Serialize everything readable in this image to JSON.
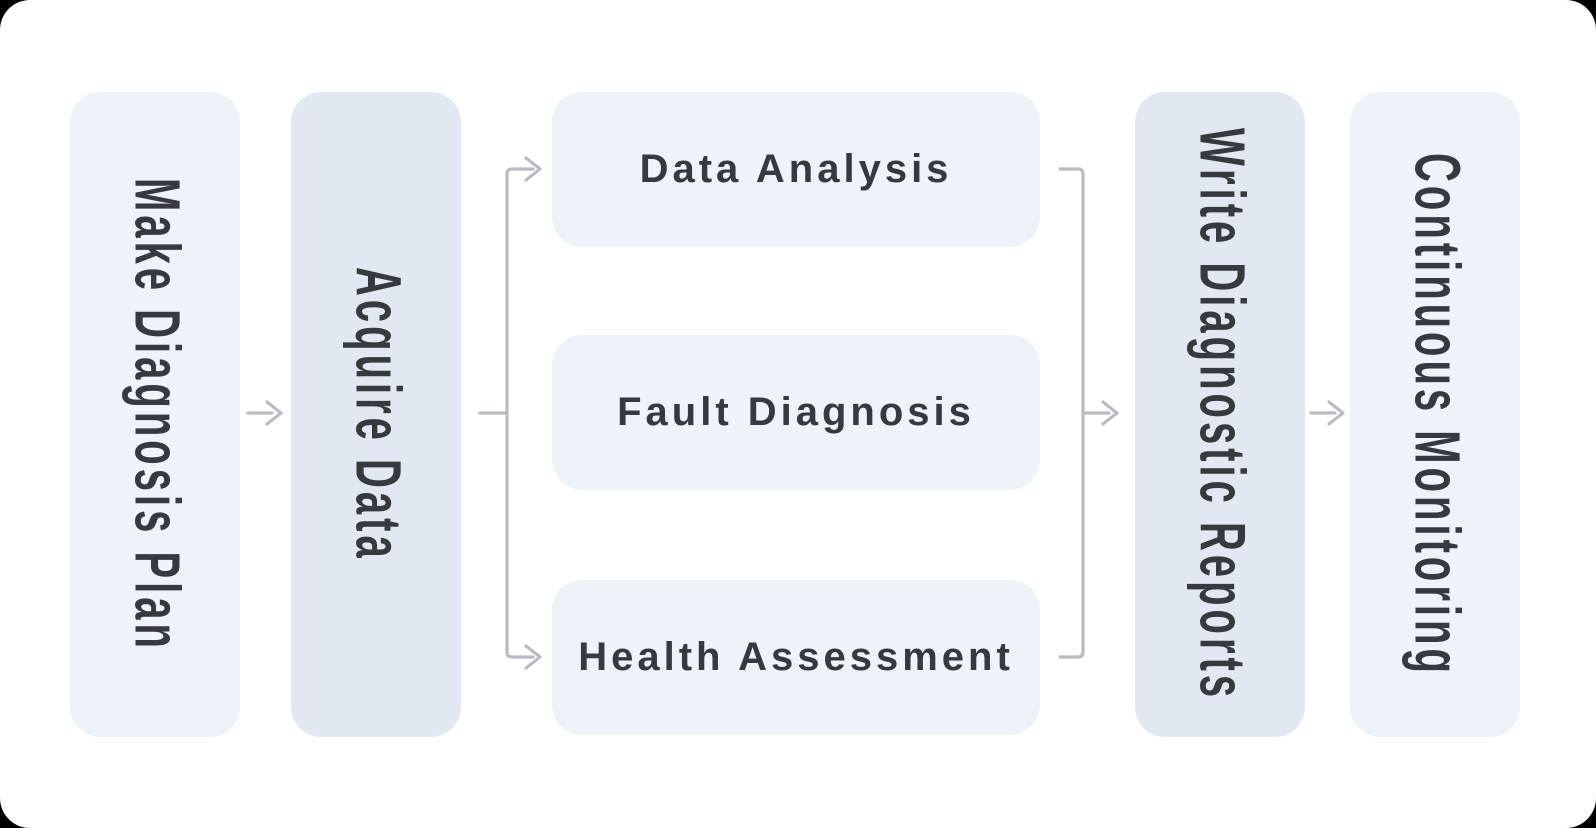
{
  "diagram": {
    "kind": "flowchart",
    "nodes": {
      "make_plan": {
        "label": "Make Diagnosis Plan",
        "orientation": "vertical",
        "tone": "light"
      },
      "acquire_data": {
        "label": "Acquire Data",
        "orientation": "vertical",
        "tone": "dark"
      },
      "data_analysis": {
        "label": "Data Analysis",
        "orientation": "horizontal",
        "tone": "light"
      },
      "fault_diagnosis": {
        "label": "Fault Diagnosis",
        "orientation": "horizontal",
        "tone": "light"
      },
      "health_assessment": {
        "label": "Health Assessment",
        "orientation": "horizontal",
        "tone": "light"
      },
      "write_reports": {
        "label": "Write Diagnostic Reports",
        "orientation": "vertical",
        "tone": "dark"
      },
      "continuous_monitoring": {
        "label": "Continuous Monitoring",
        "orientation": "vertical",
        "tone": "light"
      }
    },
    "edges": [
      {
        "from": "Make Diagnosis Plan",
        "to": "Acquire Data"
      },
      {
        "from": "Acquire Data",
        "to": "Data Analysis"
      },
      {
        "from": "Acquire Data",
        "to": "Health Assessment"
      },
      {
        "from": "Data Analysis",
        "to": "Write Diagnostic Reports"
      },
      {
        "from": "Health Assessment",
        "to": "Write Diagnostic Reports"
      },
      {
        "from": "Write Diagnostic Reports",
        "to": "Continuous Monitoring"
      }
    ],
    "colors": {
      "outer_background": "#000000",
      "page_background": "#ffffff",
      "node_light": "#eef2f9",
      "node_dark": "#e2e8f1",
      "connector": "#b9bcc4",
      "text": "#36393e"
    }
  }
}
